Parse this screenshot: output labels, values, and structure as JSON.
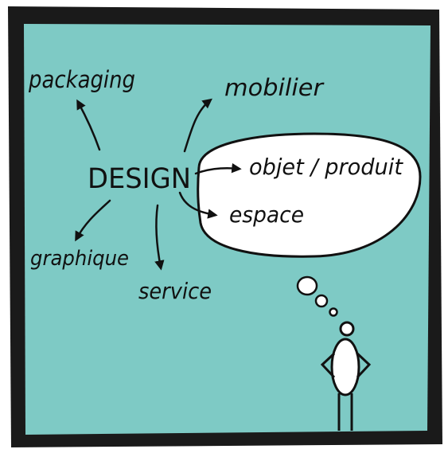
{
  "colors": {
    "background": "#7ECAC5",
    "frame": "#1A1A1A",
    "ink": "#111111",
    "bubble_fill": "#FFFFFF"
  },
  "diagram": {
    "center": "DESIGN",
    "branches": [
      {
        "id": "packaging",
        "label": "packaging"
      },
      {
        "id": "mobilier",
        "label": "mobilier"
      },
      {
        "id": "objet",
        "label": "objet / produit"
      },
      {
        "id": "espace",
        "label": "espace"
      },
      {
        "id": "graphique",
        "label": "graphique"
      },
      {
        "id": "service",
        "label": "service"
      }
    ]
  }
}
